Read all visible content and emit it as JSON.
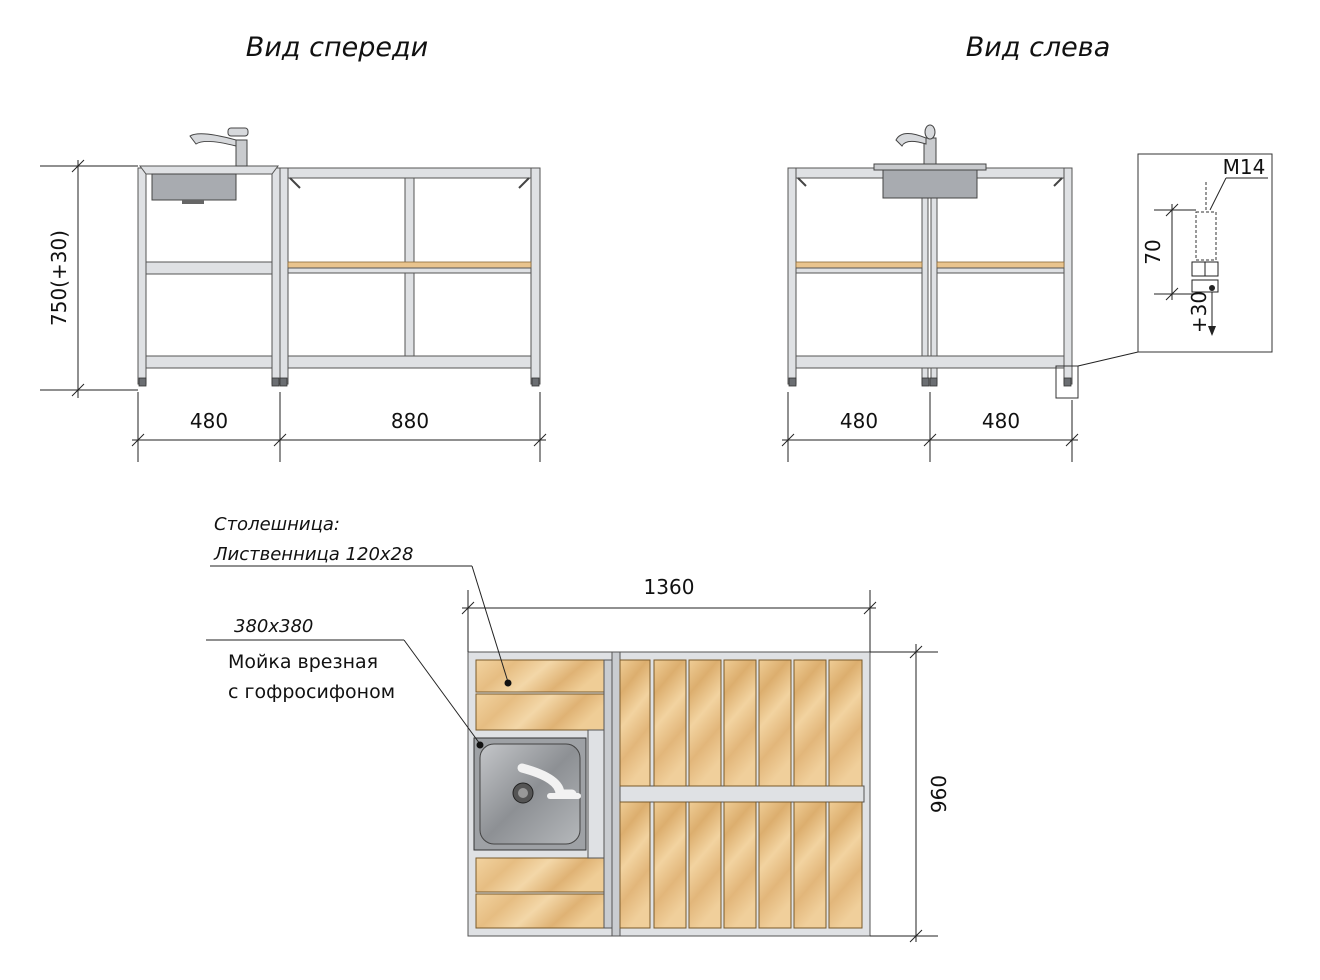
{
  "titles": {
    "front": "Вид спереди",
    "left": "Вид слева"
  },
  "front_view": {
    "height_dim": "750(+30)",
    "width_left": "480",
    "width_right": "880"
  },
  "left_view": {
    "width_left": "480",
    "width_right": "480"
  },
  "detail": {
    "thread": "M14",
    "height": "70",
    "adjust": "+30"
  },
  "plan_view": {
    "total_width": "1360",
    "depth": "960",
    "worktop_label_1": "Столешница:",
    "worktop_label_2": "Лиственница 120x28",
    "sink_size": "380x380",
    "sink_label_1": "Мойка врезная",
    "sink_label_2": "с гофросифоном"
  },
  "colors": {
    "frame": "#dfe1e4",
    "wood": "#e9c48e",
    "line": "#222222"
  }
}
